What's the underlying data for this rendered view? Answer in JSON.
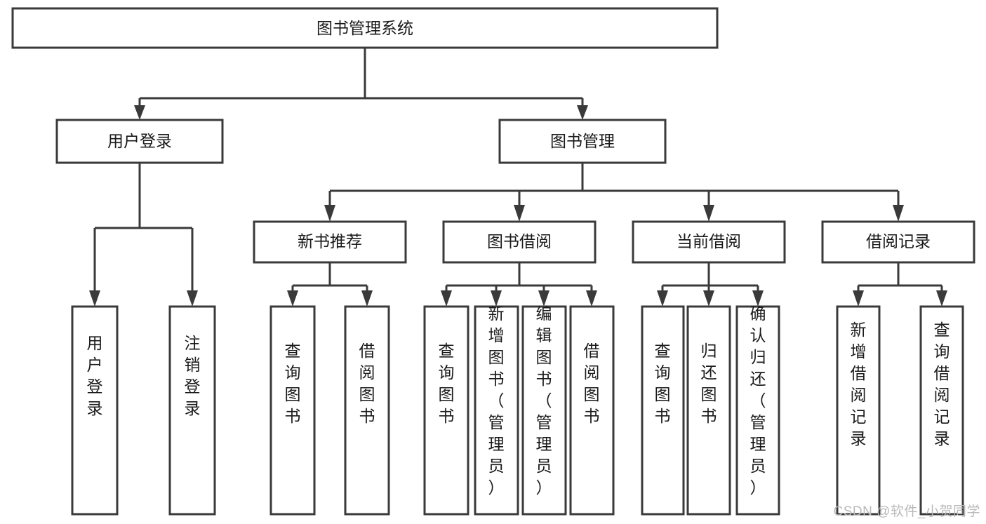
{
  "diagram": {
    "type": "hierarchy-tree",
    "title": "图书管理系统",
    "watermark": "CSDN @软件_小贺同学",
    "colors": {
      "stroke": "#3a3a3a",
      "fill": "#ffffff",
      "text": "#1a1a1a",
      "watermark": "#b9b9b9"
    },
    "levels": {
      "root": {
        "label": "图书管理系统"
      },
      "level2": [
        {
          "label": "用户登录"
        },
        {
          "label": "图书管理"
        }
      ],
      "level3": [
        {
          "label": "新书推荐"
        },
        {
          "label": "图书借阅"
        },
        {
          "label": "当前借阅"
        },
        {
          "label": "借阅记录"
        }
      ],
      "leaves": {
        "user_login": [
          {
            "label": "用户登录"
          },
          {
            "label": "注销登录"
          }
        ],
        "new_book_recommend": [
          {
            "label": "查询图书"
          },
          {
            "label": "借阅图书"
          }
        ],
        "book_borrow": [
          {
            "label": "查询图书"
          },
          {
            "label": "新增图书（管理员）"
          },
          {
            "label": "编辑图书（管理员）"
          },
          {
            "label": "借阅图书"
          }
        ],
        "current_borrow": [
          {
            "label": "查询图书"
          },
          {
            "label": "归还图书"
          },
          {
            "label": "确认归还（管理员）"
          }
        ],
        "borrow_record": [
          {
            "label": "新增借阅记录"
          },
          {
            "label": "查询借阅记录"
          }
        ]
      }
    }
  }
}
